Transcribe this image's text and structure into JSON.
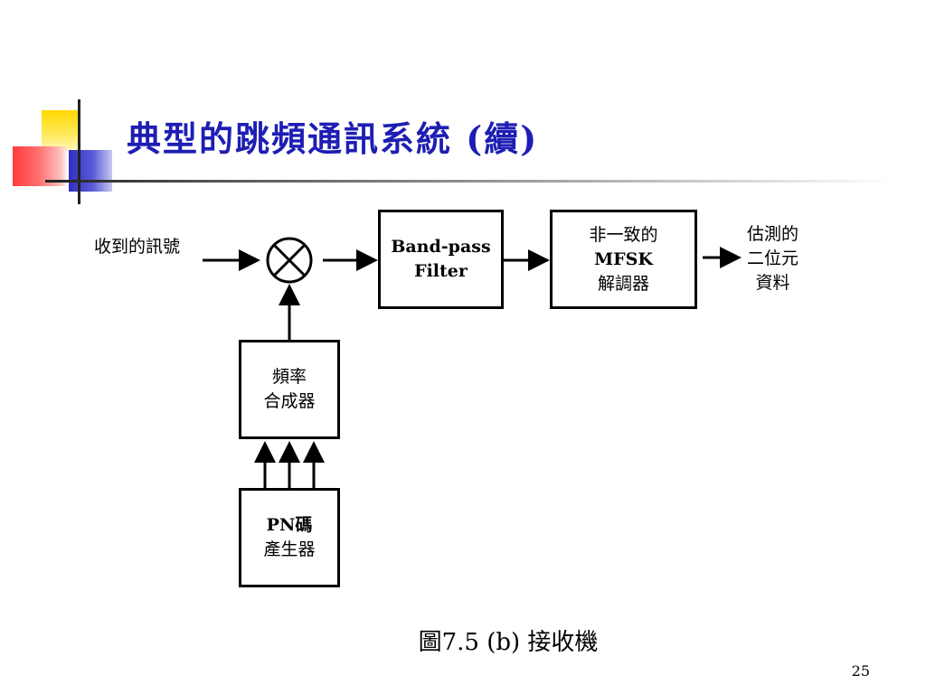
{
  "slide": {
    "title": "典型的跳頻通訊系統 (續)",
    "page_number": "25"
  },
  "diagram": {
    "input_label": "收到的訊號",
    "bandpass_filter": {
      "line1": "Band-pass",
      "line2": "Filter"
    },
    "demodulator": {
      "line1": "非一致的",
      "line2": "MFSK",
      "line3": "解調器"
    },
    "output_label": {
      "line1": "估測的",
      "line2": "二位元",
      "line3": "資料"
    },
    "frequency_synthesizer": {
      "line1": "頻率",
      "line2": "合成器"
    },
    "pn_generator": {
      "line1": "PN碼",
      "line2": "產生器"
    },
    "caption": "圖7.5  (b) 接收機"
  }
}
